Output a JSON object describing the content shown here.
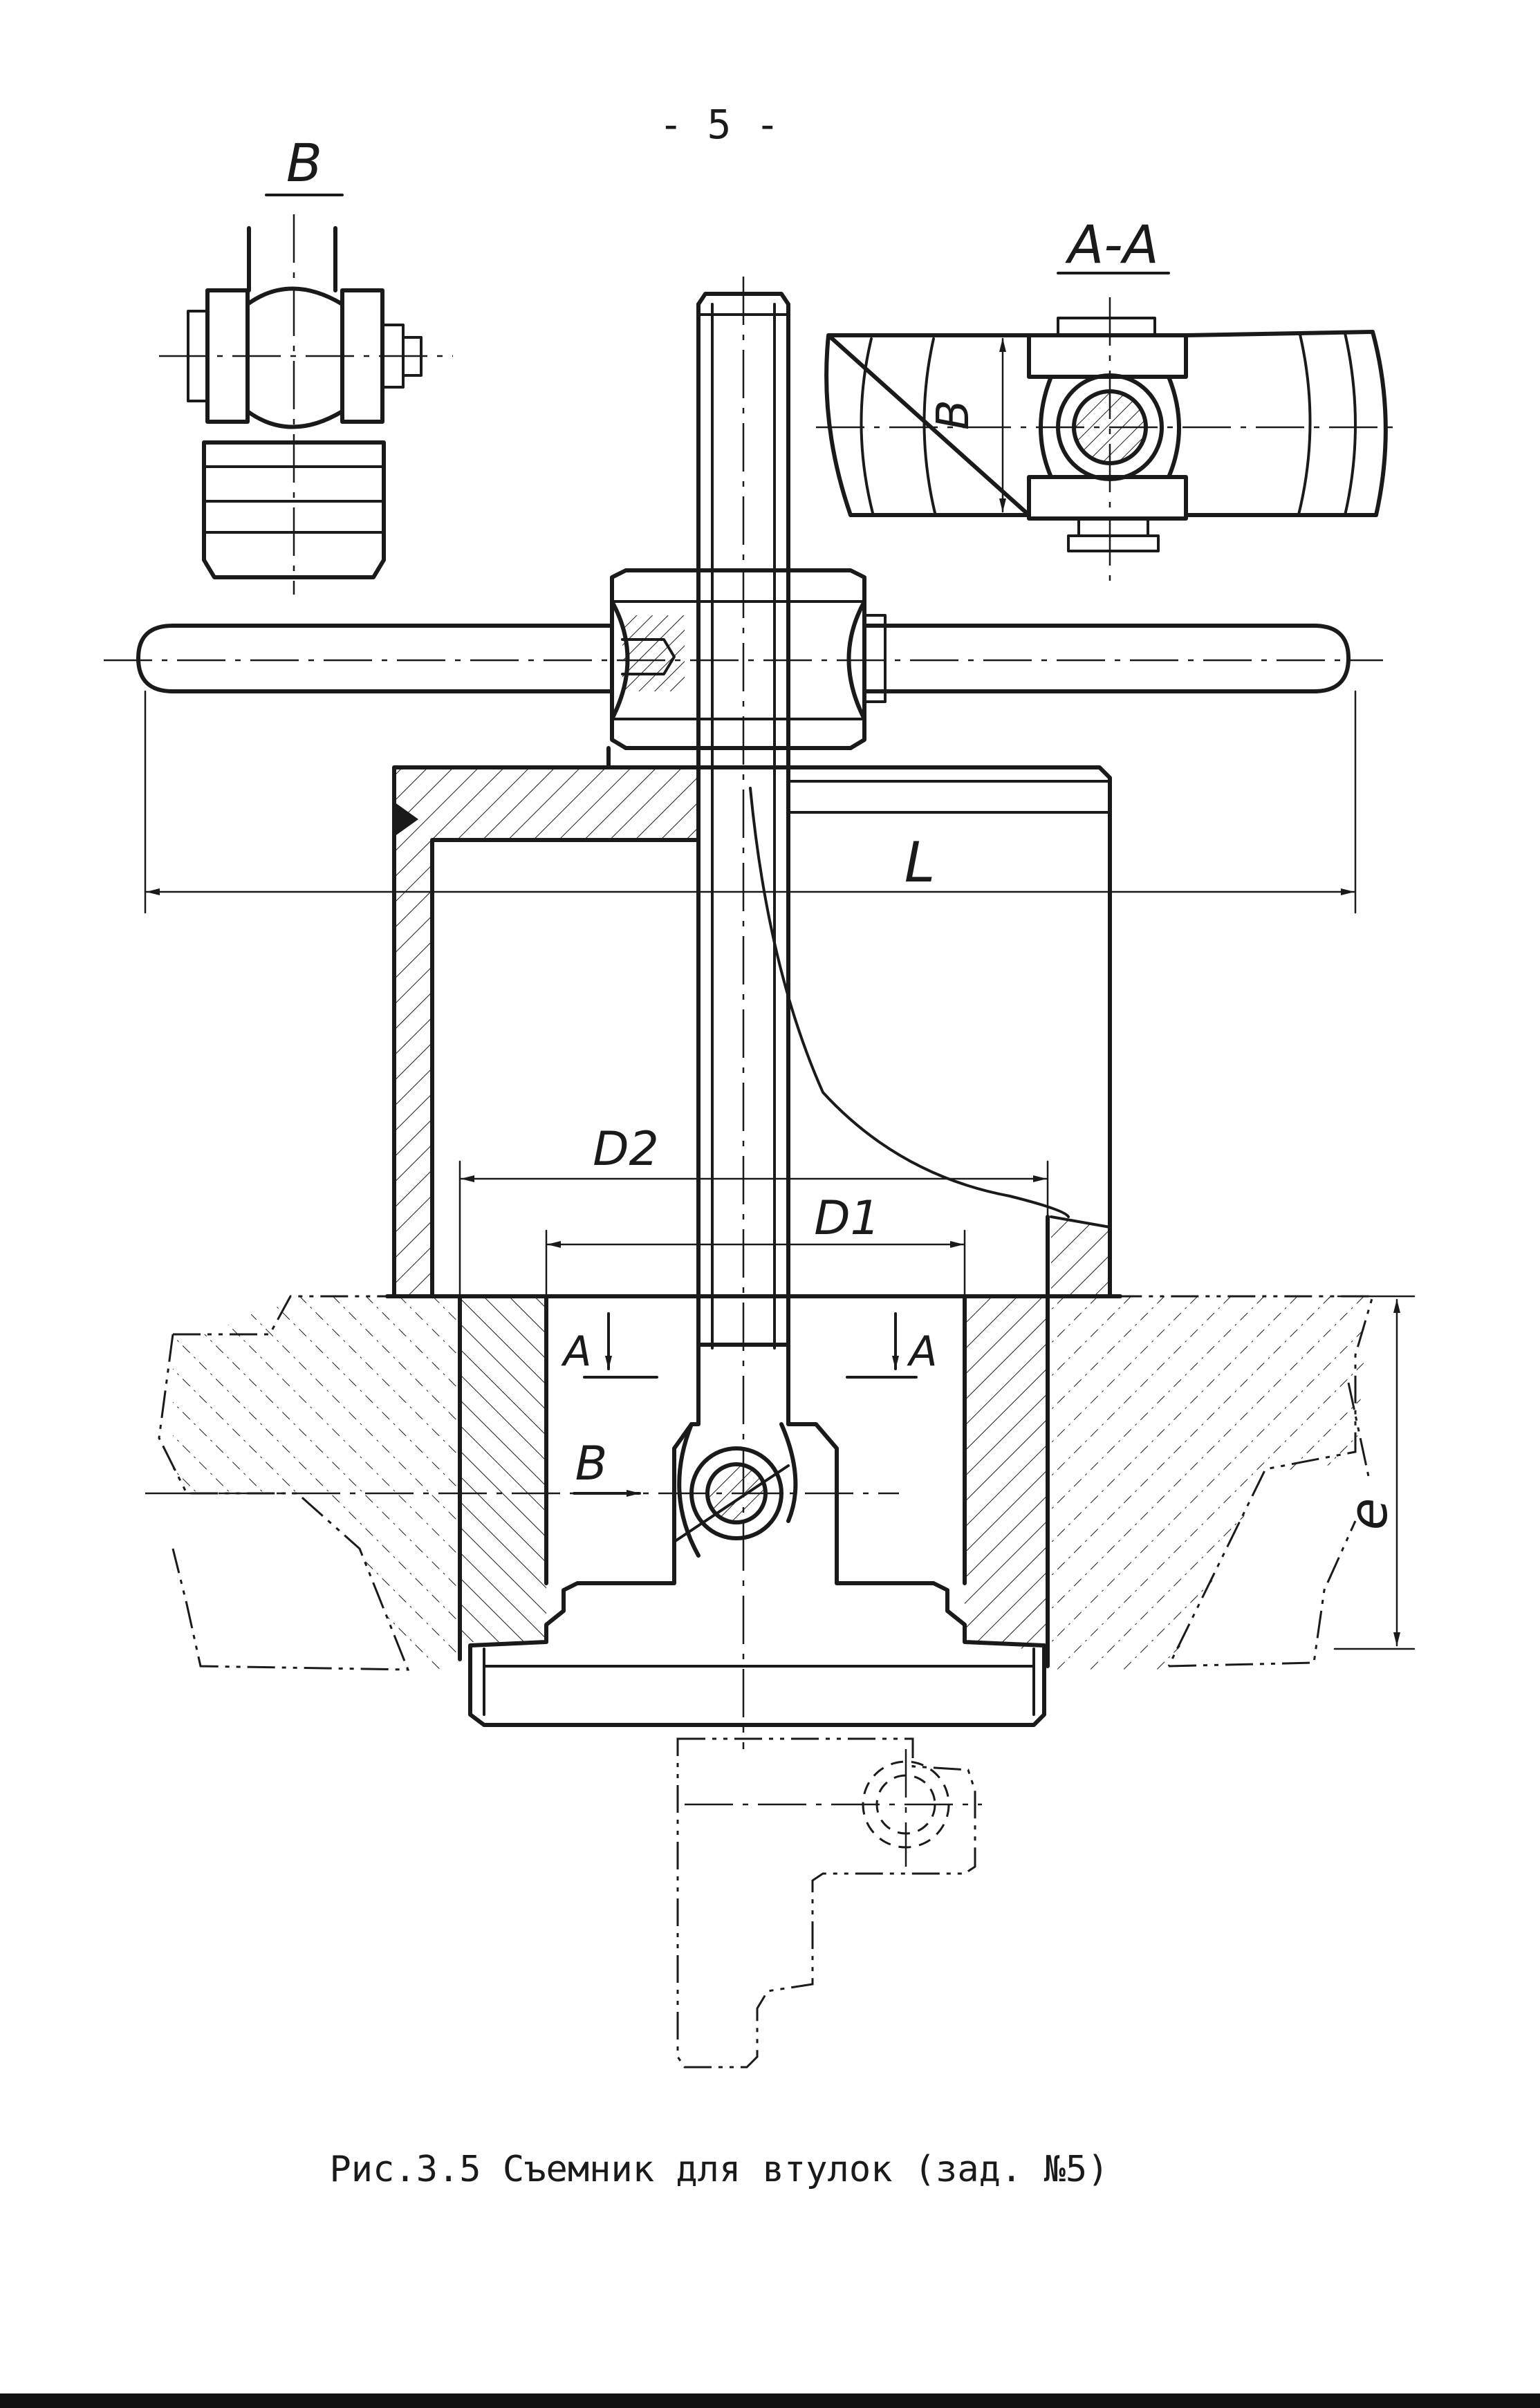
{
  "page_number": "- 5 -",
  "view_labels": {
    "view_b": "B",
    "section_aa": "A-A"
  },
  "dimensions": {
    "length": "L",
    "width_b": "B",
    "diameter_2": "D2",
    "diameter_1": "D1",
    "depth": "e"
  },
  "section_marks": {
    "left": "A",
    "right": "A"
  },
  "view_arrow_label": "B",
  "caption": "Рис.3.5 Съемник для втулок (зад. №5)"
}
